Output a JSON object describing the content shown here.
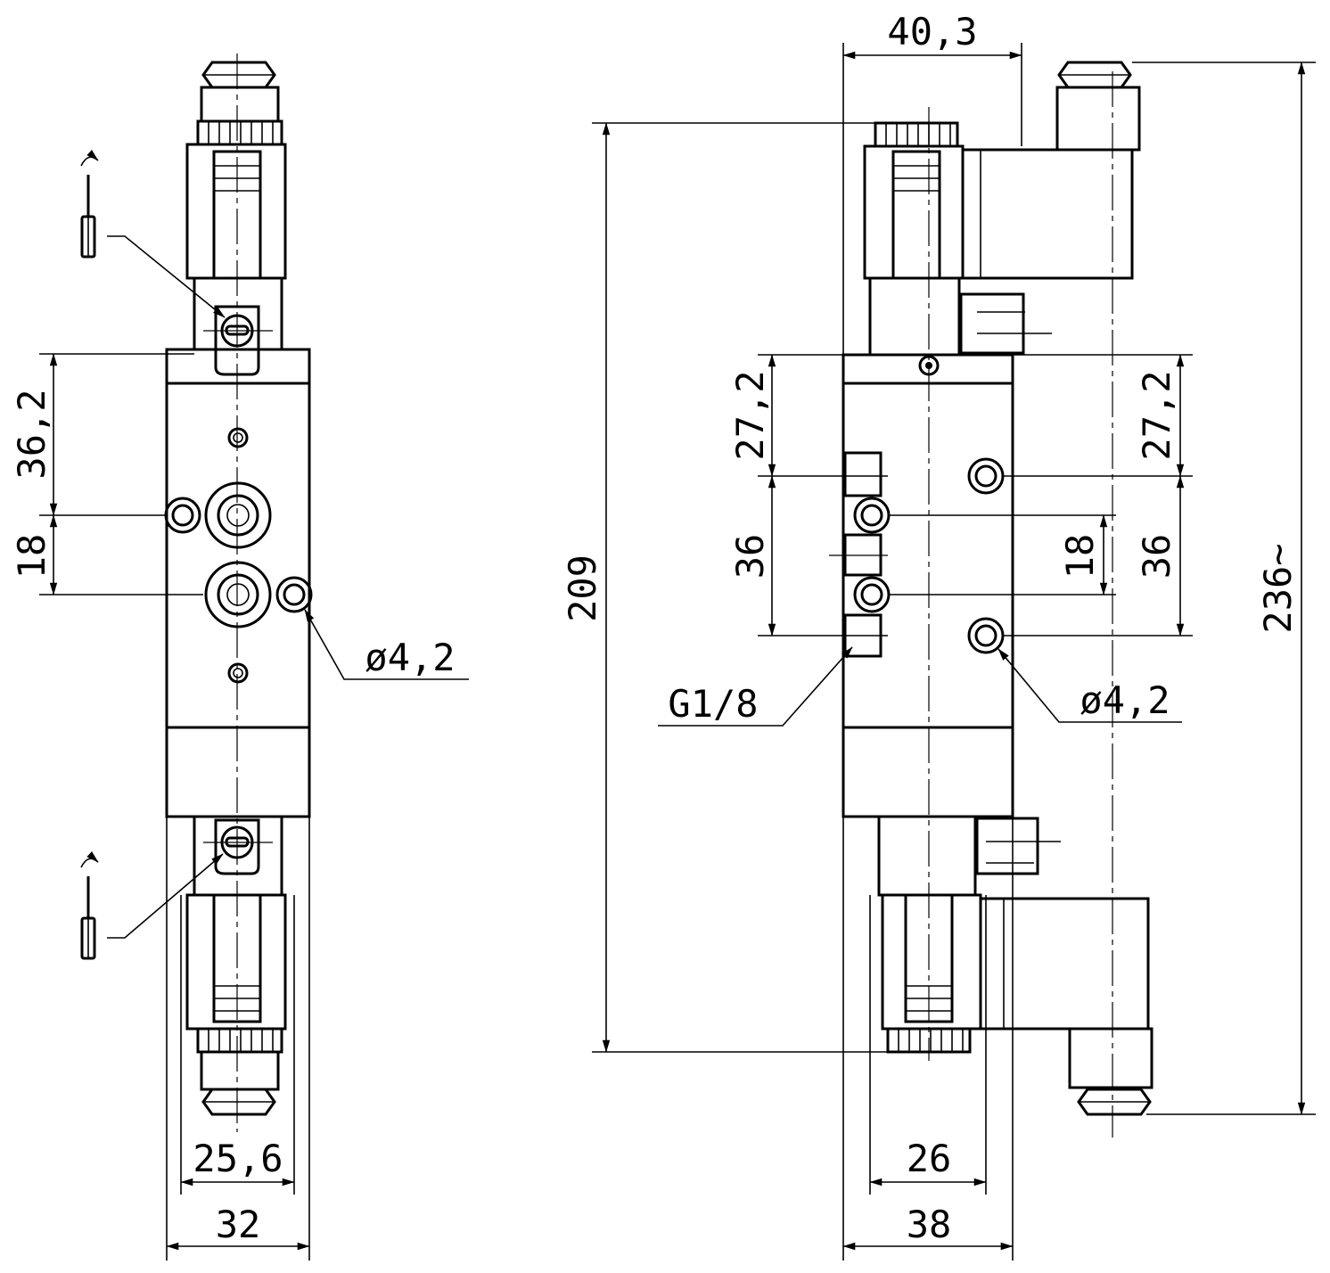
{
  "colors": {
    "line": "#000000",
    "background": "#ffffff"
  },
  "front_view": {
    "dim_height_top": "36,2",
    "dim_pitch": "18",
    "dim_hole": "ø4,2",
    "dim_inner_width": "25,6",
    "dim_outer_width": "32"
  },
  "side_view": {
    "dim_top_width": "40,3",
    "dim_overall_length": "209",
    "dim_overall_with_coil": "236~",
    "dim_left_offset": "27,2",
    "dim_left_pitch": "36",
    "dim_right_offset": "27,2",
    "dim_right_pitch": "36",
    "dim_port_pitch": "18",
    "dim_port_thread": "G1/8",
    "dim_hole": "ø4,2",
    "dim_inner_width": "26",
    "dim_outer_width": "38"
  },
  "icons": [
    "screwdriver-icon",
    "rotate-arrow-icon"
  ]
}
